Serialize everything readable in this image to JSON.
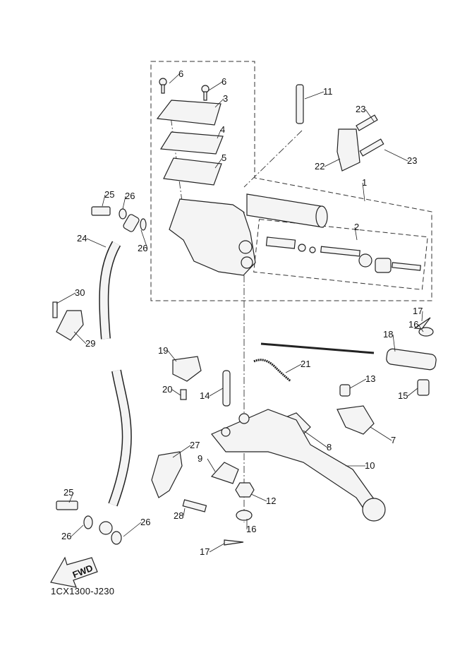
{
  "diagram": {
    "code": "1CX1300-J230",
    "fwd_label": "FWD",
    "callouts": [
      "6",
      "6",
      "3",
      "4",
      "5",
      "11",
      "23",
      "23",
      "22",
      "1",
      "2",
      "25",
      "26",
      "24",
      "26",
      "30",
      "29",
      "17",
      "16",
      "18",
      "19",
      "21",
      "13",
      "15",
      "20",
      "14",
      "27",
      "8",
      "7",
      "9",
      "10",
      "12",
      "25",
      "28",
      "26",
      "26",
      "16",
      "17"
    ]
  }
}
